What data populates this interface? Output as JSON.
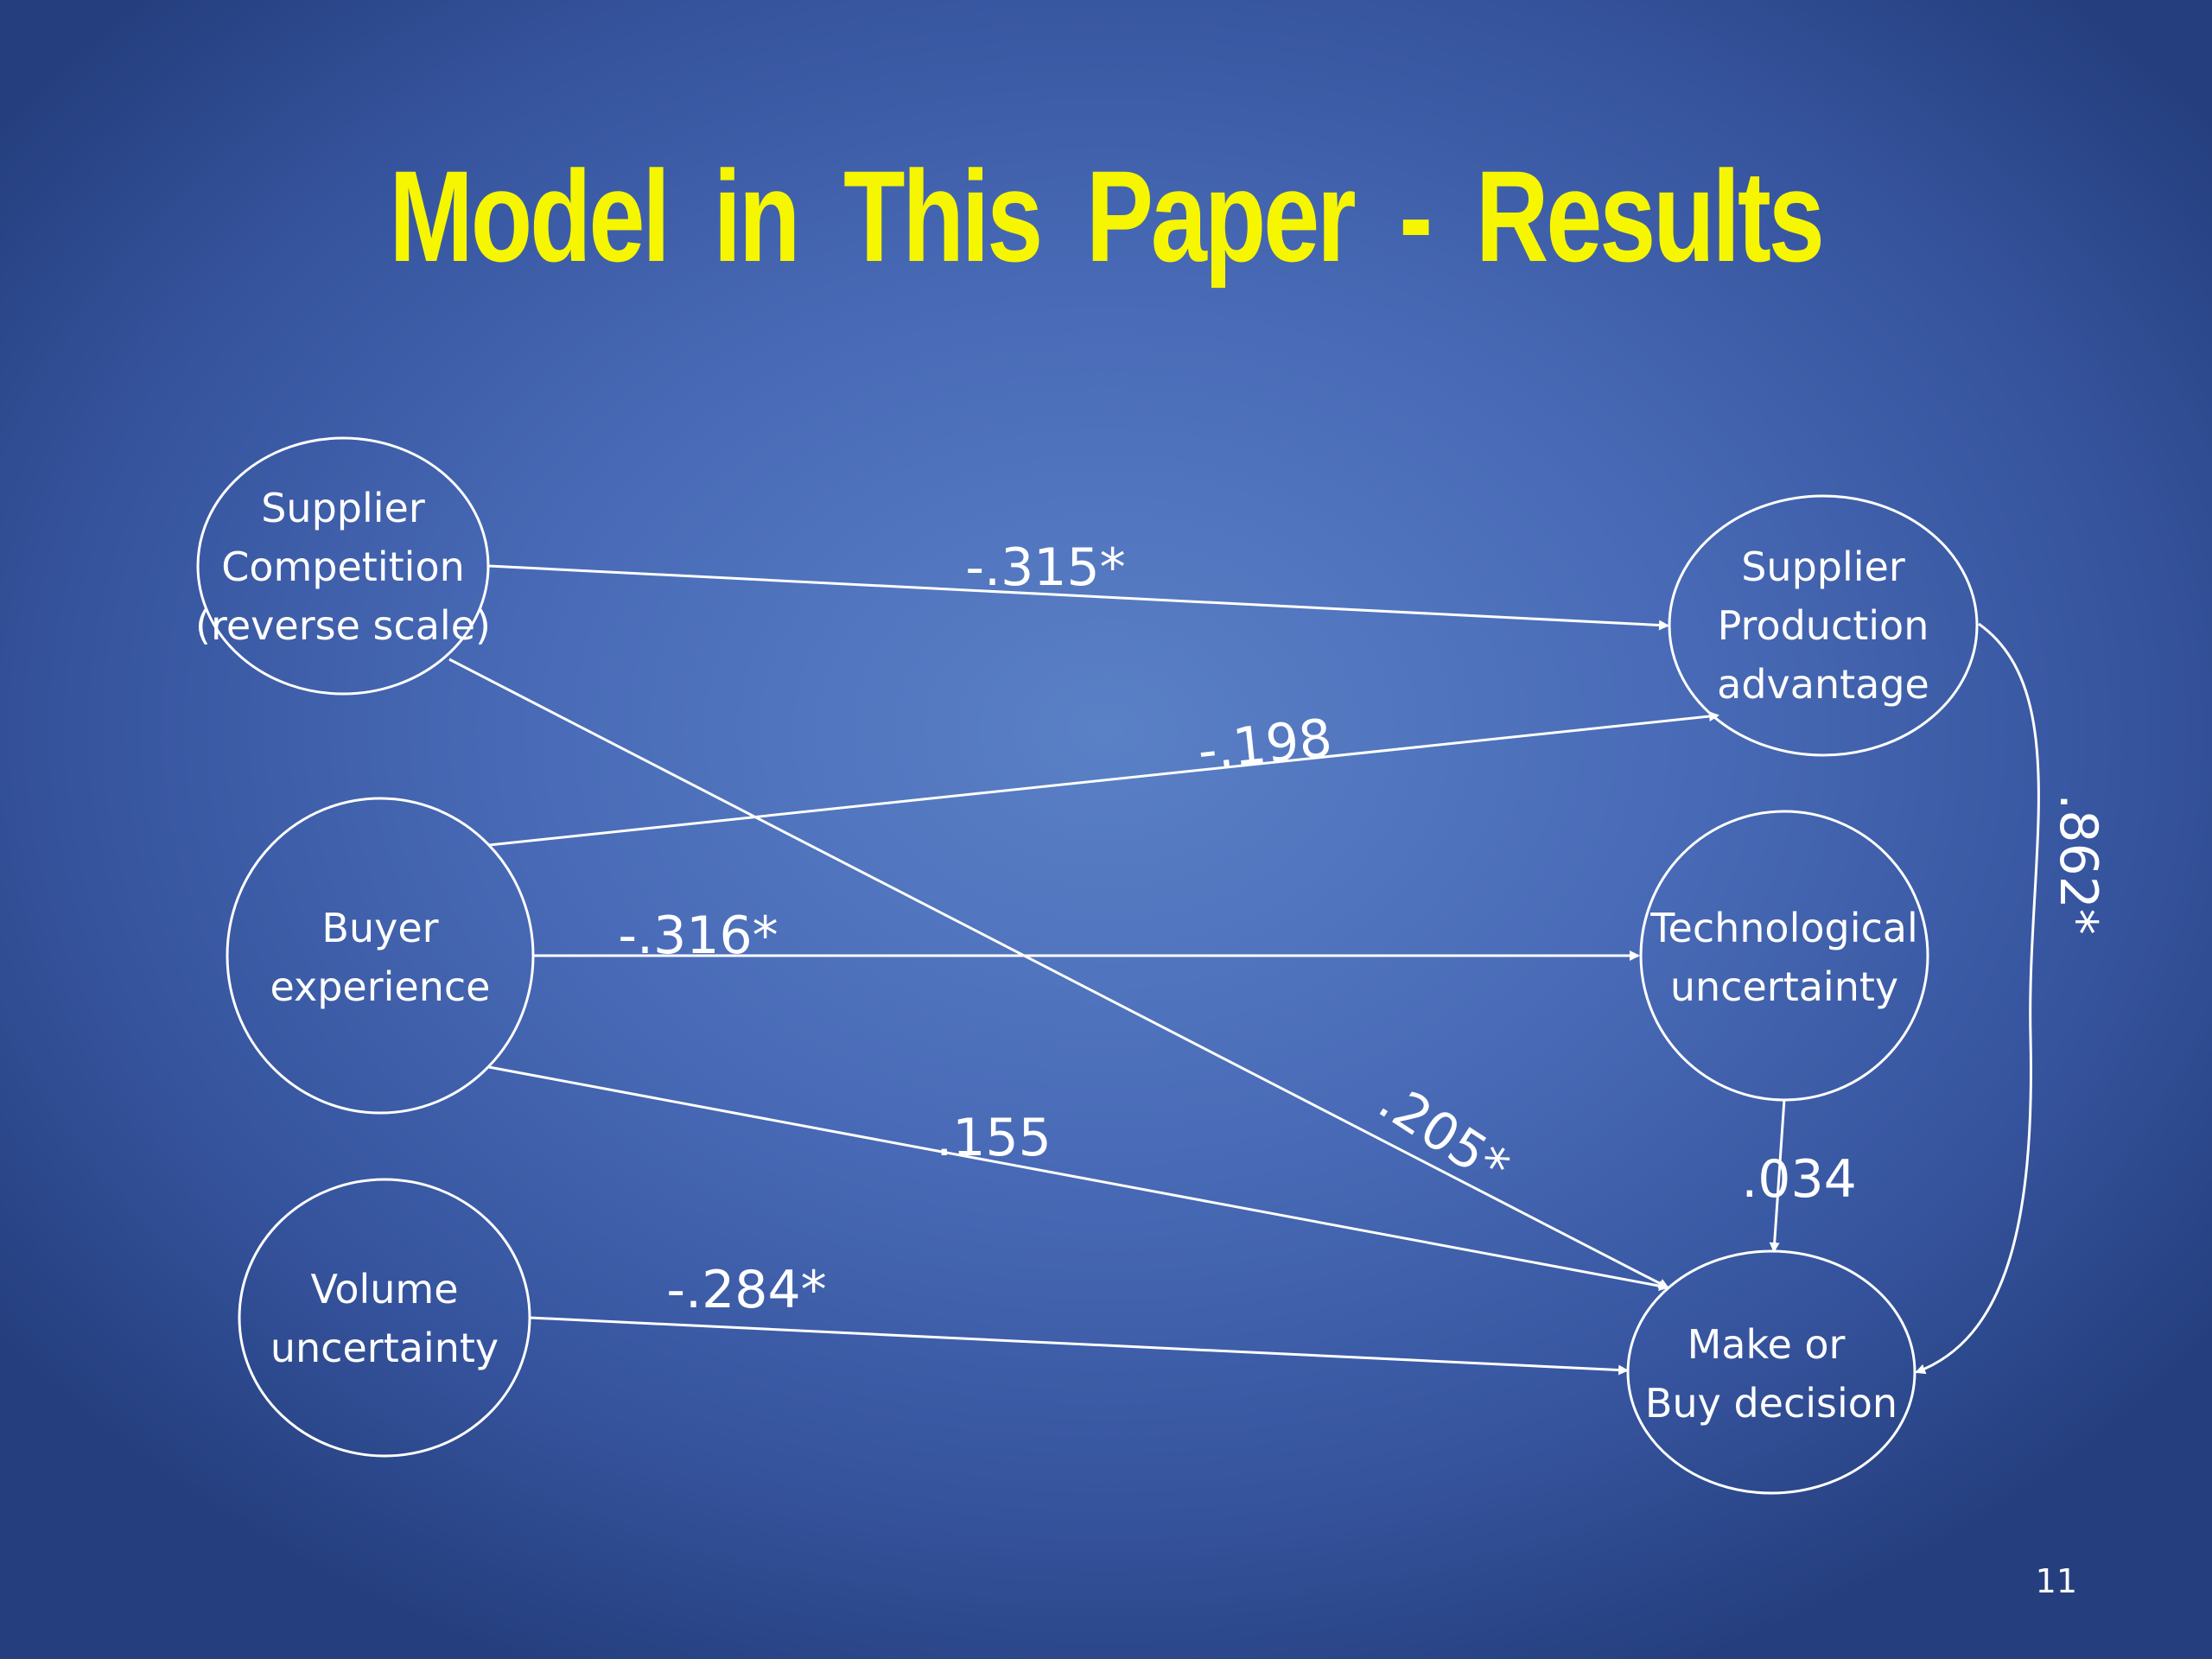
{
  "slide": {
    "title": "Model in This Paper - Results",
    "page_number": "11",
    "title_color": "#f6f600",
    "line_color": "#ffffff"
  },
  "diagram": {
    "nodes": [
      {
        "id": "supplier-competition",
        "lines": [
          "Supplier",
          "Competition",
          "(reverse scale)"
        ]
      },
      {
        "id": "buyer-experience",
        "lines": [
          "Buyer",
          "experience"
        ]
      },
      {
        "id": "volume-uncertainty",
        "lines": [
          "Volume",
          "uncertainty"
        ]
      },
      {
        "id": "supplier-production-advantage",
        "lines": [
          "Supplier",
          "Production",
          "advantage"
        ]
      },
      {
        "id": "technological-uncertainty",
        "lines": [
          "Technological",
          "uncertainty"
        ]
      },
      {
        "id": "make-or-buy-decision",
        "lines": [
          "Make or",
          "Buy decision"
        ]
      }
    ],
    "edges": [
      {
        "id": "sc-to-spa",
        "from": "supplier-competition",
        "to": "supplier-production-advantage",
        "label": "-.315*"
      },
      {
        "id": "be-to-spa",
        "from": "buyer-experience",
        "to": "supplier-production-advantage",
        "label": "-.198"
      },
      {
        "id": "be-to-tu",
        "from": "buyer-experience",
        "to": "technological-uncertainty",
        "label": "-.316*"
      },
      {
        "id": "be-to-mbd",
        "from": "buyer-experience",
        "to": "make-or-buy-decision",
        "label": ".155"
      },
      {
        "id": "sc-to-mbd",
        "from": "supplier-competition",
        "to": "make-or-buy-decision",
        "label": ".205*"
      },
      {
        "id": "vu-to-mbd",
        "from": "volume-uncertainty",
        "to": "make-or-buy-decision",
        "label": "-.284*"
      },
      {
        "id": "tu-to-mbd",
        "from": "technological-uncertainty",
        "to": "make-or-buy-decision",
        "label": ".034"
      },
      {
        "id": "spa-to-mbd",
        "from": "supplier-production-advantage",
        "to": "make-or-buy-decision",
        "label": ".862*"
      }
    ]
  }
}
